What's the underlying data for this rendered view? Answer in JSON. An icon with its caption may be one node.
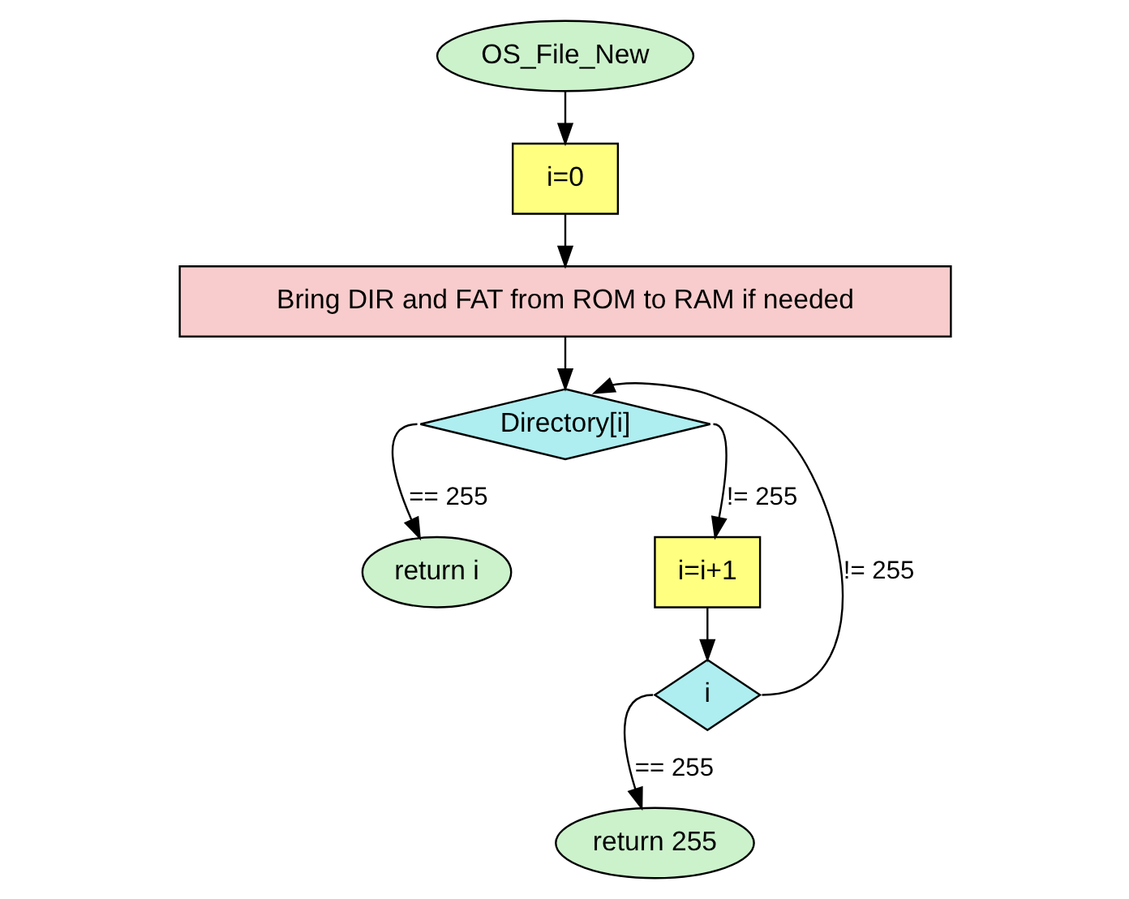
{
  "diagram": {
    "nodes": [
      {
        "text": [
          "OS_File_New"
        ]
      },
      {
        "text": [
          "i=0"
        ]
      },
      {
        "text": [
          "Bring DIR and FAT from ROM to RAM if needed"
        ]
      },
      {
        "text": [
          "Directory[i]"
        ]
      },
      {
        "text": [
          "return i"
        ]
      },
      {
        "text": [
          "i=i+1"
        ]
      },
      {
        "text": [
          "i"
        ]
      },
      {
        "text": [
          "return 255"
        ]
      }
    ],
    "edges": [
      {
        "from": 0,
        "to": 1,
        "arrow": "to"
      },
      {
        "from": 1,
        "to": 2,
        "arrow": "to"
      },
      {
        "from": 2,
        "to": 3,
        "arrow": "to"
      },
      {
        "from": 3,
        "to": 4,
        "arrow": "to",
        "label": "== 255"
      },
      {
        "from": 3,
        "to": 5,
        "arrow": "to",
        "label": "!= 255"
      },
      {
        "from": 5,
        "to": 6,
        "arrow": "to"
      },
      {
        "from": 6,
        "to": 7,
        "arrow": "to",
        "label": "== 255"
      },
      {
        "from": 6,
        "to": 3,
        "arrow": "to",
        "label": "!= 255"
      }
    ]
  }
}
